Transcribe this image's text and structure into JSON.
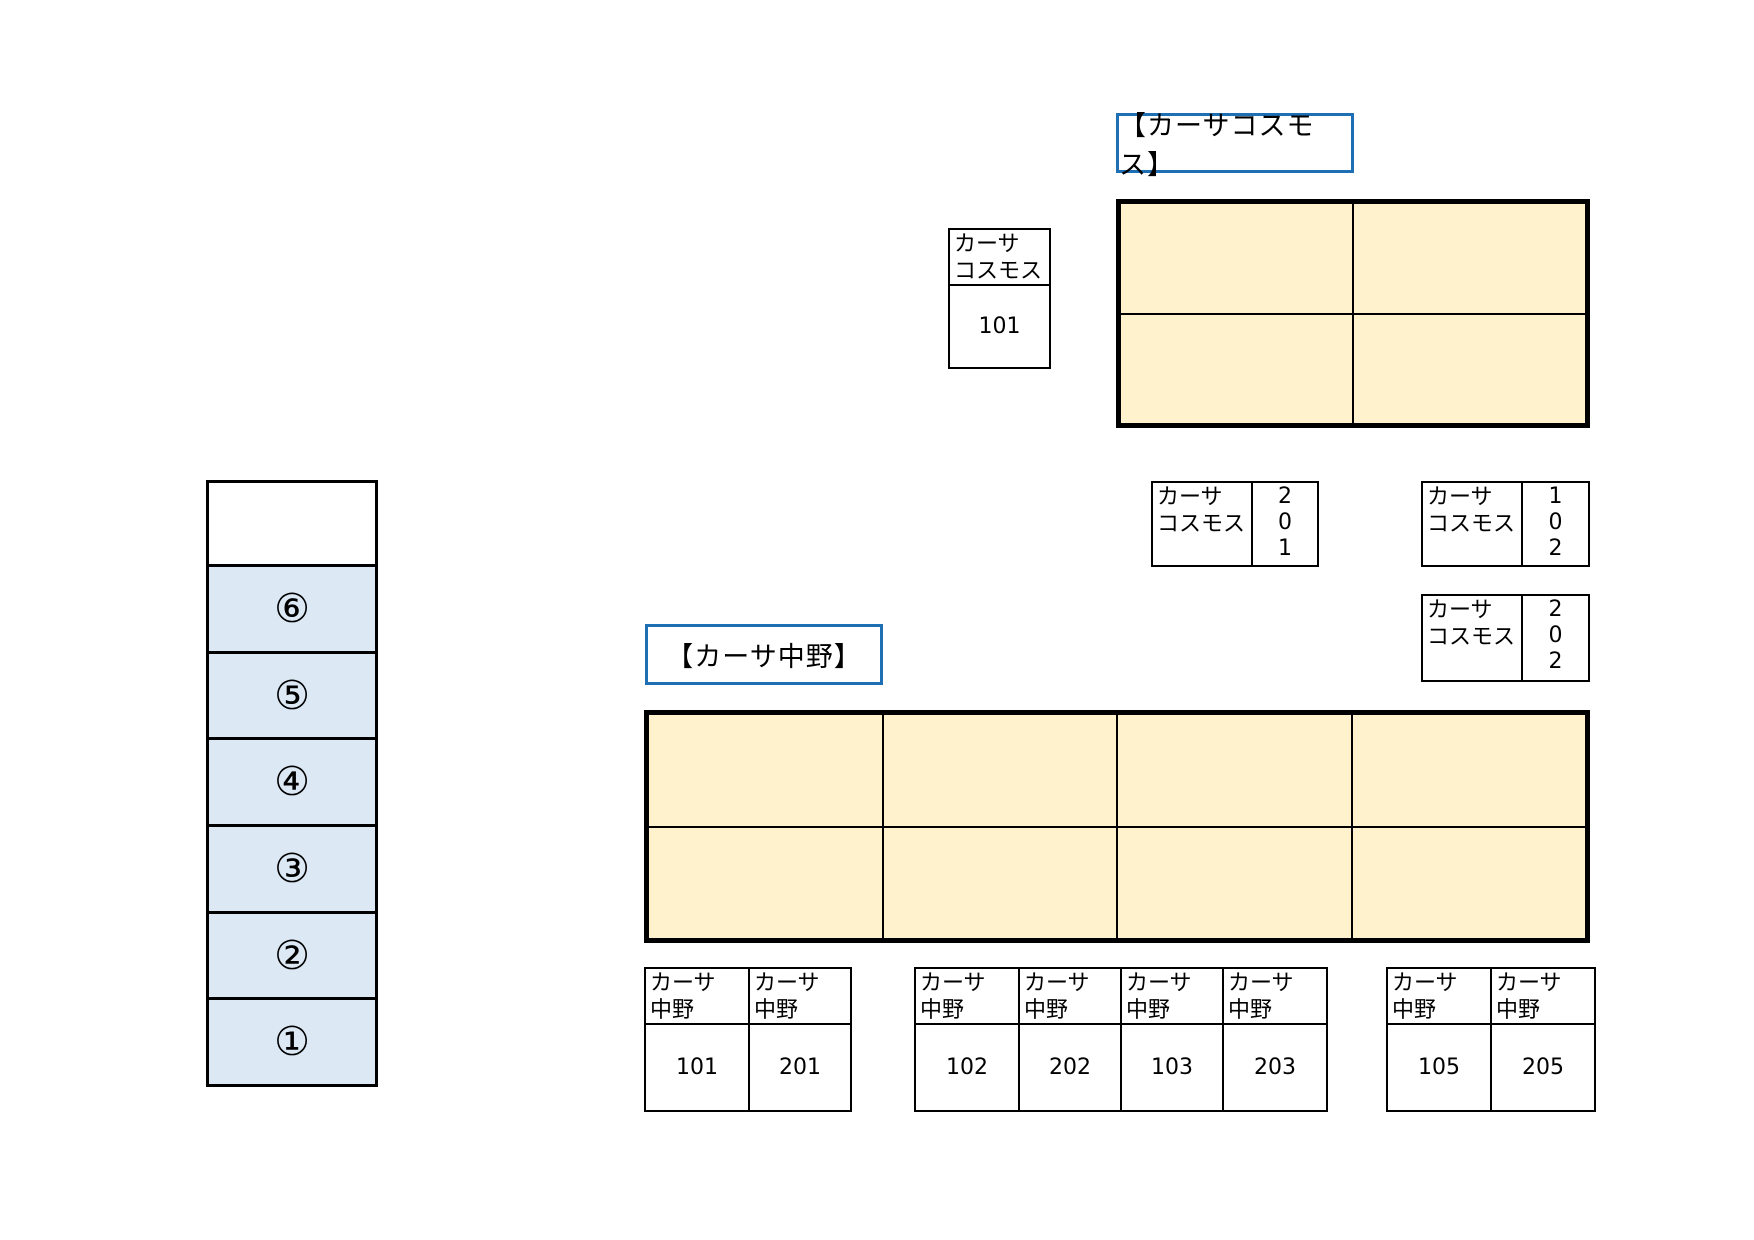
{
  "titles": {
    "cosmos": "【カーサコスモス】",
    "nakano": "【カーサ中野】"
  },
  "cosmos_posts": {
    "p101": {
      "line1": "カーサ",
      "line2": "コスモス",
      "number": "101"
    },
    "p201": {
      "line1": "カーサ",
      "line2": "コスモス",
      "digits": [
        "2",
        "0",
        "1"
      ]
    },
    "p102": {
      "line1": "カーサ",
      "line2": "コスモス",
      "digits": [
        "1",
        "0",
        "2"
      ]
    },
    "p202": {
      "line1": "カーサ",
      "line2": "コスモス",
      "digits": [
        "2",
        "0",
        "2"
      ]
    }
  },
  "nakano_posts": [
    {
      "line1": "カーサ",
      "line2": "中野",
      "number": "101"
    },
    {
      "line1": "カーサ",
      "line2": "中野",
      "number": "201"
    },
    {
      "line1": "カーサ",
      "line2": "中野",
      "number": "102"
    },
    {
      "line1": "カーサ",
      "line2": "中野",
      "number": "202"
    },
    {
      "line1": "カーサ",
      "line2": "中野",
      "number": "103"
    },
    {
      "line1": "カーサ",
      "line2": "中野",
      "number": "203"
    },
    {
      "line1": "カーサ",
      "line2": "中野",
      "number": "105"
    },
    {
      "line1": "カーサ",
      "line2": "中野",
      "number": "205"
    }
  ],
  "parking_slots": [
    "⑥",
    "⑤",
    "④",
    "③",
    "②",
    "①"
  ],
  "colors": {
    "building_fill": "#fff2cc",
    "parking_fill": "#dce9f5",
    "title_border": "#1f6fb5"
  }
}
